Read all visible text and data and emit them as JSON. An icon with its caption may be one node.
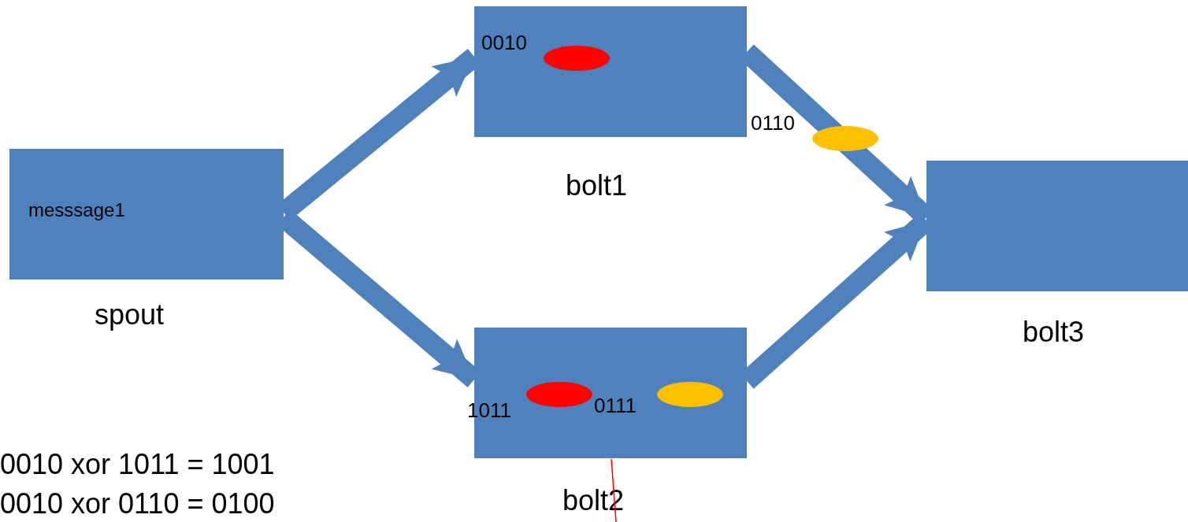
{
  "diagram": {
    "nodes": [
      {
        "text": [
          "messsage1"
        ],
        "beside": [
          "spout"
        ]
      },
      {
        "text": [],
        "shape": "box",
        "beside": [
          "bolt1"
        ]
      },
      {
        "text": [],
        "shape": "box",
        "beside": [
          "bolt2"
        ]
      },
      {
        "text": [],
        "shape": "box",
        "beside": [
          "bolt3"
        ]
      }
    ],
    "edges": [
      {
        "from": 0,
        "to": 1,
        "arrow": "to"
      },
      {
        "from": 0,
        "to": 2,
        "arrow": "to"
      },
      {
        "from": 1,
        "to": 3,
        "arrow": "to"
      },
      {
        "from": 2,
        "to": 3,
        "arrow": "to"
      }
    ],
    "labels": [
      "0010",
      "0110",
      "1011",
      "0111",
      "0010 xor 1011 = 1001",
      "0010 xor 0110 = 0100"
    ]
  }
}
